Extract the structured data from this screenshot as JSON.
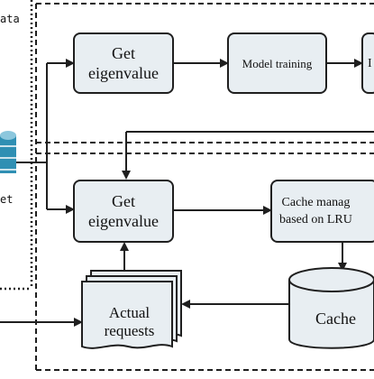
{
  "top_left_fragment": "ata",
  "left_fragment": "et",
  "nodes": {
    "get_eigenvalue_top": "Get\neigenvalue",
    "model_training": "Model training",
    "top_right_fragment": "I",
    "get_eigenvalue_bottom": "Get\neigenvalue",
    "cache_management": "Cache manag\nbased on LRU",
    "actual_requests": "Actual\nrequests",
    "cache": "Cache"
  },
  "colors": {
    "node_fill": "#e8eef2",
    "database_blue": "#2f8fb3",
    "stroke": "#1f1f1f"
  }
}
